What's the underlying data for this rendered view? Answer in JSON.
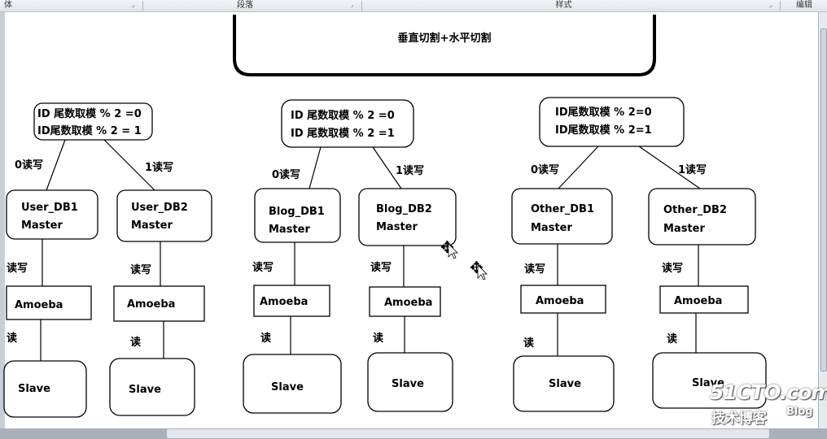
{
  "ribbon": {
    "groups": [
      "体",
      "段落",
      "样式",
      "编辑"
    ]
  },
  "title": "垂直切割+水平切割",
  "columns": [
    {
      "rule_line1": "ID 尾数取模 % 2 =0",
      "rule_line2": "ID尾数取模 % 2 = 1",
      "left_label": "0读写",
      "right_label": "1读写",
      "db_left": {
        "name": "User_DB1",
        "role": "Master"
      },
      "db_right": {
        "name": "User_DB2",
        "role": "Master"
      }
    },
    {
      "rule_line1": "ID 尾数取模 % 2 =0",
      "rule_line2": "ID 尾数取模 % 2 =1",
      "left_label": "0读写",
      "right_label": "1读写",
      "db_left": {
        "name": "Blog_DB1",
        "role": "Master"
      },
      "db_right": {
        "name": "Blog_DB2",
        "role": "Master"
      }
    },
    {
      "rule_line1": "ID尾数取模 % 2=0",
      "rule_line2": "ID尾数取模 % 2=1",
      "left_label": "0读写",
      "right_label": "1读写",
      "db_left": {
        "name": "Other_DB1",
        "role": "Master"
      },
      "db_right": {
        "name": "Other_DB2",
        "role": "Master"
      }
    }
  ],
  "chain": {
    "rw_label": "读写",
    "proxy": "Amoeba",
    "read_label": "读",
    "slave": "Slave"
  },
  "watermark": {
    "site": "51CTO.com",
    "tagline": "技术博客",
    "blog": "Blog"
  },
  "icons": [
    "move-cursor-icon",
    "launcher-icon"
  ]
}
